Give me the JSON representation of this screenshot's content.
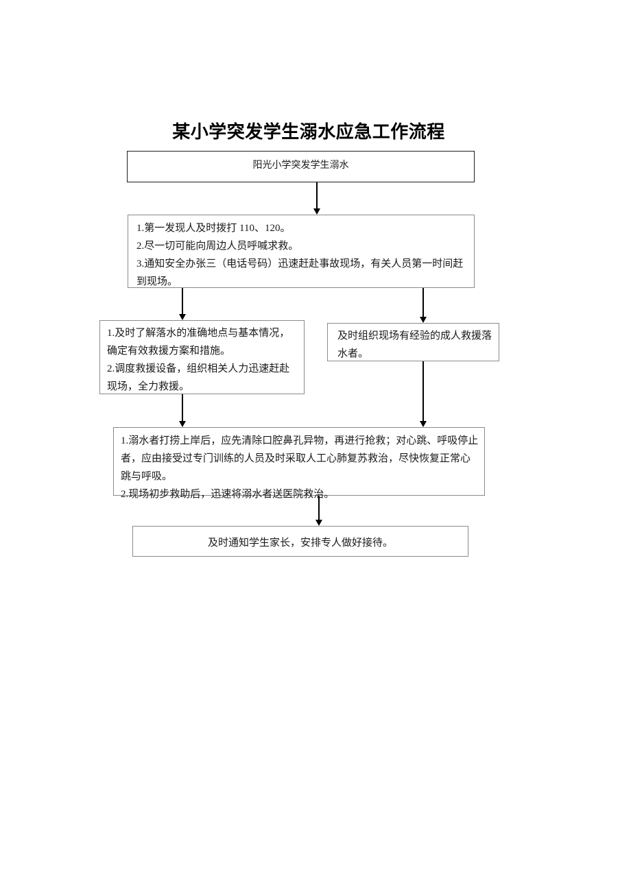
{
  "document": {
    "title": "某小学突发学生溺水应急工作流程"
  },
  "flowchart": {
    "type": "flowchart",
    "orientation": "top-to-bottom",
    "nodes": [
      {
        "id": "start",
        "label": "阳光小学突发学生溺水",
        "align": "center"
      },
      {
        "id": "first-response",
        "label": "1.第一发现人及时拨打 110、120。\n2.尽一切可能向周边人员呼喊求救。\n3.通知安全办张三（电话号码）迅速赶赴事故现场，有关人员第一时间赶到现场。",
        "align": "left"
      },
      {
        "id": "assess",
        "label": "1.及时了解落水的准确地点与基本情况，确定有效救援方案和措施。\n2.调度救援设备，组织相关人力迅速赶赴现场，全力救援。",
        "align": "left"
      },
      {
        "id": "organize",
        "label": "及时组织现场有经验的成人救援落水者。",
        "align": "left"
      },
      {
        "id": "first-aid",
        "label": "1.溺水者打捞上岸后，应先清除口腔鼻孔异物，再进行抢救；对心跳、呼吸停止者，应由接受过专门训练的人员及时采取人工心肺复苏救治，尽快恢复正常心跳与呼吸。\n2.现场初步救助后，迅速将溺水者送医院救治。",
        "align": "left"
      },
      {
        "id": "notify",
        "label": "及时通知学生家长，安排专人做好接待。",
        "align": "center"
      }
    ],
    "edges": [
      {
        "id": "start-to-first",
        "from": "start",
        "to": "first-response",
        "style": "arrow-down"
      },
      {
        "id": "first-to-assess",
        "from": "first-response",
        "to": "assess",
        "style": "arrow-down"
      },
      {
        "id": "first-to-organize",
        "from": "first-response",
        "to": "organize",
        "style": "arrow-down"
      },
      {
        "id": "assess-to-aid",
        "from": "assess",
        "to": "first-aid",
        "style": "arrow-down"
      },
      {
        "id": "organize-to-aid",
        "from": "organize",
        "to": "first-aid",
        "style": "arrow-down"
      },
      {
        "id": "aid-to-notify",
        "from": "first-aid",
        "to": "notify",
        "style": "arrow-down"
      }
    ]
  },
  "colors": {
    "page_background": "#ffffff",
    "box_border": "#8a8a8a",
    "start_box_border": "#1d1d1d",
    "text": "#1a1a1a",
    "title_text": "#000000",
    "arrow": "#000000"
  }
}
